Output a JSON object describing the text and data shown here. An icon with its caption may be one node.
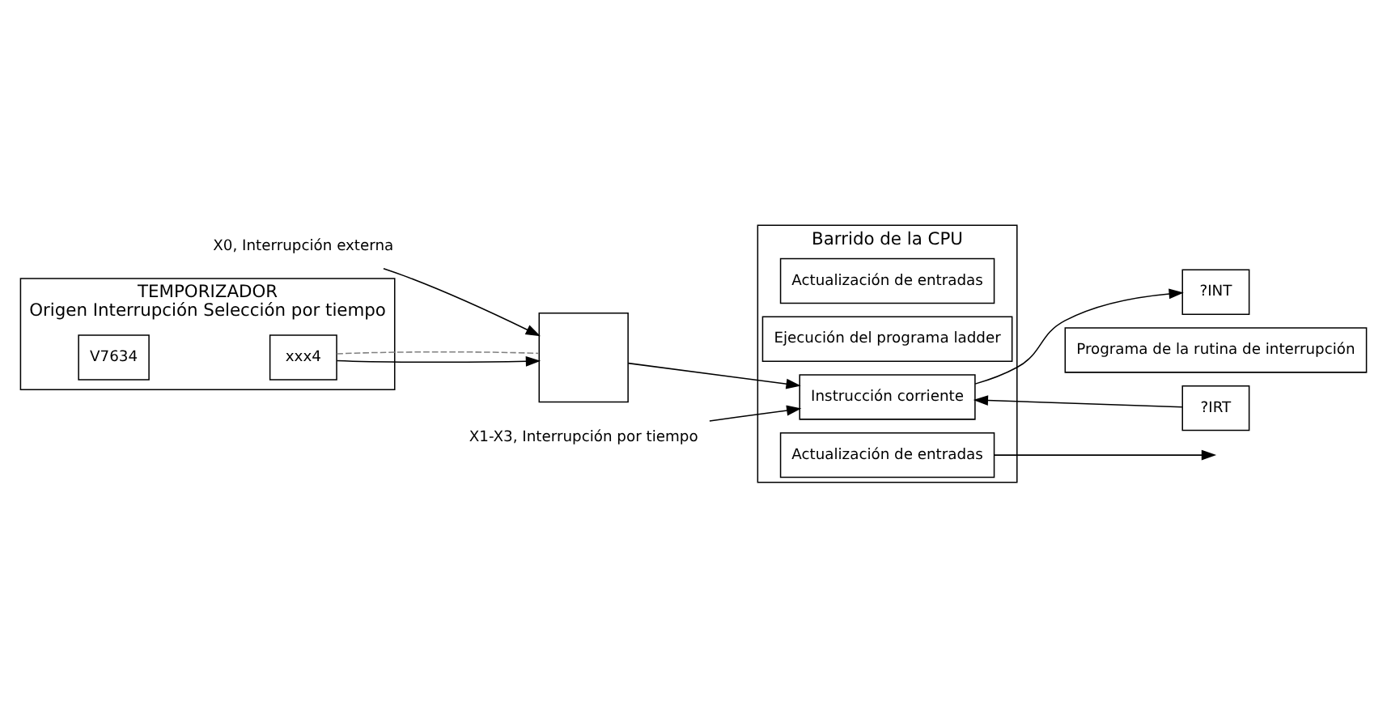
{
  "diagram": {
    "nodes": [
      {
        "text": [
          "X0, Interrupción externa"
        ]
      },
      {
        "text": [
          "X1-X3, Interrupción por tiempo"
        ]
      },
      {
        "text": [
          "TEMPORIZADOR",
          "Origen Interrupción Selección por tiempo"
        ]
      },
      {
        "text": [
          "V7634"
        ],
        "in": 2
      },
      {
        "text": [
          "xxx4"
        ],
        "in": 2
      },
      {
        "text": [],
        "shape": "box"
      },
      {
        "text": [
          "Barrido de la CPU"
        ]
      },
      {
        "text": [
          "Actualización de entradas"
        ],
        "in": 6
      },
      {
        "text": [
          "Ejecución del programa ladder"
        ],
        "in": 6
      },
      {
        "text": [
          "Instrucción corriente"
        ],
        "in": 6
      },
      {
        "text": [
          "Actualización de entradas"
        ],
        "in": 6
      },
      {
        "text": [
          "?INT"
        ]
      },
      {
        "text": [
          "Programa de la rutina de interrupción"
        ]
      },
      {
        "text": [
          "?IRT"
        ]
      }
    ],
    "edges": [
      {
        "from": 0,
        "to": 5,
        "arrow": "to"
      },
      {
        "from": 4,
        "to": 5,
        "arrow": "to"
      },
      {
        "from": 4,
        "to": 5,
        "arrow": "none",
        "style": "dashed",
        "color": "#808080"
      },
      {
        "from": 5,
        "to": 9,
        "arrow": "to"
      },
      {
        "from": 1,
        "to": 9,
        "arrow": "to"
      },
      {
        "from": 9,
        "to": 11,
        "arrow": "to"
      },
      {
        "from": 13,
        "to": 9,
        "arrow": "to"
      },
      {
        "from": 10,
        "to": null,
        "arrow": "to"
      }
    ]
  }
}
